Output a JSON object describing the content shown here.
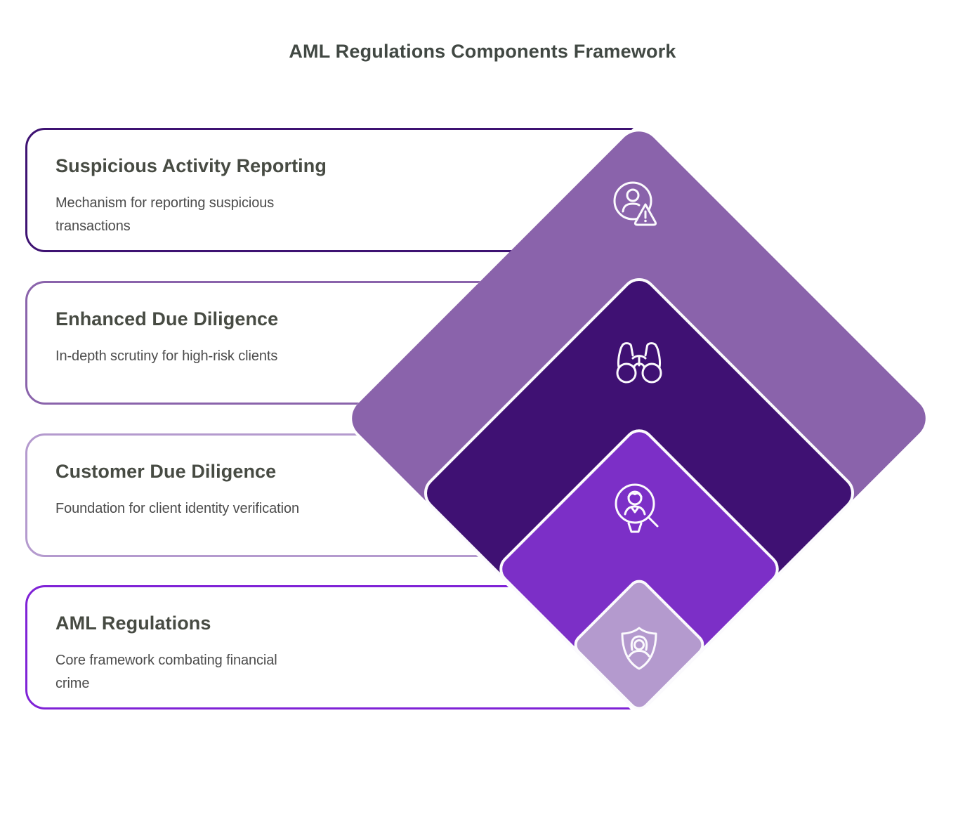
{
  "title": "AML Regulations Components Framework",
  "cards": [
    {
      "heading": "Suspicious Activity Reporting",
      "description": "Mechanism for reporting suspicious transactions",
      "border_color": "#3e1272"
    },
    {
      "heading": "Enhanced Due Diligence",
      "description": "In-depth scrutiny for high-risk clients",
      "border_color": "#8a63ab"
    },
    {
      "heading": "Customer Due Diligence",
      "description": "Foundation for client identity verification",
      "border_color": "#b49ace"
    },
    {
      "heading": "AML Regulations",
      "description": "Core framework combating financial crime",
      "border_color": "#7f22d6"
    }
  ],
  "diamonds": [
    {
      "layer": "suspicious-activity-reporting",
      "icon": "user-alert-icon",
      "color": "#8a63ab"
    },
    {
      "layer": "enhanced-due-diligence",
      "icon": "binoculars-icon",
      "color": "#3f1173"
    },
    {
      "layer": "customer-due-diligence",
      "icon": "user-search-icon",
      "color": "#7c2fc7"
    },
    {
      "layer": "aml-regulations",
      "icon": "shield-user-icon",
      "color": "#b49ace"
    }
  ],
  "stroke_color": "#fbfafd",
  "background_color": "#ffffff"
}
